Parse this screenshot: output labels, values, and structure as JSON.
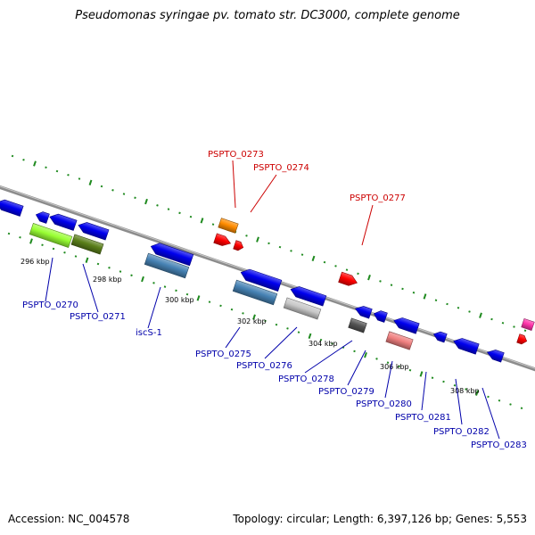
{
  "title": "Pseudomonas syringae pv. tomato str. DC3000, complete genome",
  "footer": {
    "accession": "Accession: NC_004578",
    "info": "Topology: circular; Length: 6,397,126 bp; Genes: 5,553"
  },
  "colors": {
    "backbone": "#8c8c8c",
    "tick": "#1f8a1f",
    "label_forward": "#cc0000",
    "label_reverse": "#0000aa",
    "leader_forward": "#cc0000",
    "leader_reverse": "#0000aa"
  },
  "scale_labels": [
    "296 kbp",
    "298 kbp",
    "300 kbp",
    "302 kbp",
    "304 kbp",
    "306 kbp",
    "308 kbp"
  ],
  "gene_labels": [
    "PSPTO_0273",
    "PSPTO_0274",
    "PSPTO_0277",
    "PSPTO_0270",
    "PSPTO_0271",
    "iscS-1",
    "PSPTO_0275",
    "PSPTO_0276",
    "PSPTO_0278",
    "PSPTO_0279",
    "PSPTO_0280",
    "PSPTO_0281",
    "PSPTO_0282",
    "PSPTO_0283"
  ],
  "genes": [
    {
      "strand": "reverse",
      "color": "#0000ee"
    },
    {
      "strand": "reverse",
      "color": "#0000ee"
    },
    {
      "strand": "reverse",
      "color": "#0000ee"
    },
    {
      "strand": "reverse",
      "color": "#0000ee"
    },
    {
      "strand": "forward",
      "color": "#ff8c00"
    },
    {
      "strand": "forward",
      "color": "#ff0000"
    },
    {
      "strand": "forward",
      "color": "#ff0000"
    },
    {
      "strand": "forward",
      "color": "#ff0000"
    },
    {
      "strand": "forward",
      "color": "#ff33aa"
    },
    {
      "strand": "forward",
      "color": "#ff0000"
    },
    {
      "strand": "reverse",
      "color": "#99ff33"
    },
    {
      "strand": "reverse",
      "color": "#5a7f1a"
    },
    {
      "strand": "reverse",
      "color": "#0000ee"
    },
    {
      "strand": "reverse",
      "color": "#4682b4"
    },
    {
      "strand": "reverse",
      "color": "#0000ee"
    },
    {
      "strand": "reverse",
      "color": "#4682b4"
    },
    {
      "strand": "reverse",
      "color": "#0000ee"
    },
    {
      "strand": "reverse",
      "color": "#c8c8c8"
    },
    {
      "strand": "reverse",
      "color": "#0000ee"
    },
    {
      "strand": "reverse",
      "color": "#0000ee"
    },
    {
      "strand": "reverse",
      "color": "#555555"
    },
    {
      "strand": "reverse",
      "color": "#0000ee"
    },
    {
      "strand": "reverse",
      "color": "#f08080"
    },
    {
      "strand": "reverse",
      "color": "#0000ee"
    },
    {
      "strand": "reverse",
      "color": "#0000ee"
    },
    {
      "strand": "reverse",
      "color": "#0000ee"
    }
  ]
}
